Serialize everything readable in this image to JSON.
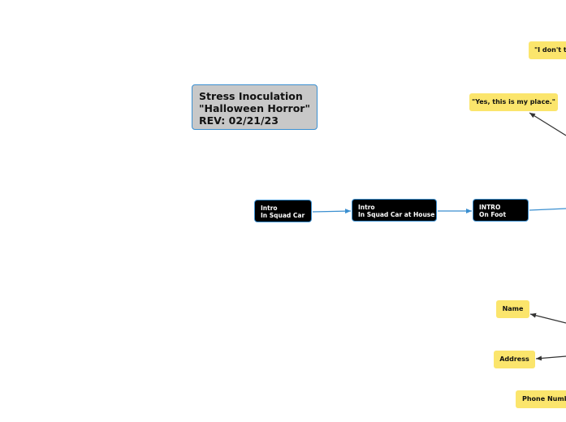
{
  "title_node": {
    "line1": "Stress Inoculation",
    "line2": "\"Halloween Horror\"",
    "line3": "REV: 02/21/23"
  },
  "nodes": {
    "intro_squad_car": {
      "line1": "Intro",
      "line2": "In Squad Car"
    },
    "intro_squad_car_house": {
      "line1": "Intro",
      "line2": "In Squad Car at House"
    },
    "intro_on_foot": {
      "line1": "INTRO",
      "line2": "On Foot"
    }
  },
  "responses": {
    "i_dont": "\"I don't th",
    "yes_my_place": "\"Yes, this is my place.\"",
    "name": "Name",
    "address": "Address",
    "phone": "Phone Number"
  },
  "colors": {
    "connector_blue": "#3a8fd0",
    "connector_dark": "#333333",
    "yellow": "#fbe56c",
    "title_bg": "#c8c8c8"
  }
}
